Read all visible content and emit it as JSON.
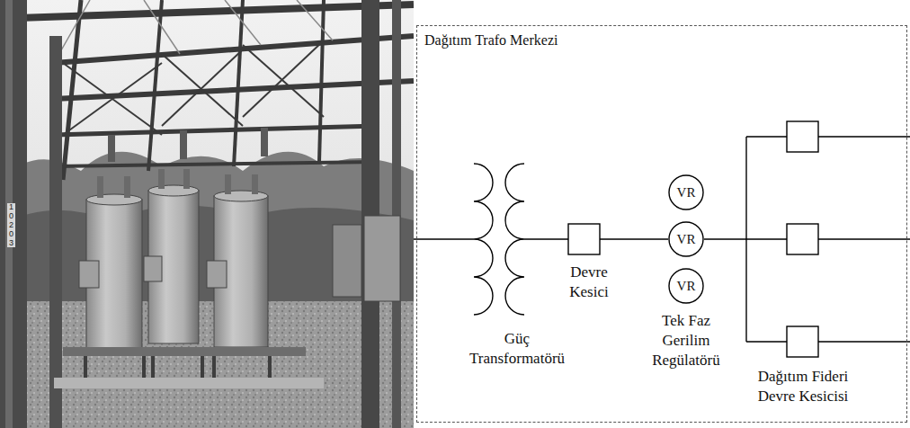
{
  "diagram": {
    "nodes": [
      {
        "text": [
          "Dağıtım Trafo Merkezi"
        ]
      },
      {
        "text": [
          "VR"
        ],
        "in": 0
      },
      {
        "text": [
          "VR"
        ],
        "in": 0
      },
      {
        "text": [
          "VR"
        ],
        "in": 0
      }
    ],
    "labels": [
      "10203",
      "Güç Transformatörü",
      "Devre Kesici",
      "Tek Faz Gerilim Regülatörü",
      "Dağıtım Fideri Devre Kesicisi"
    ]
  }
}
